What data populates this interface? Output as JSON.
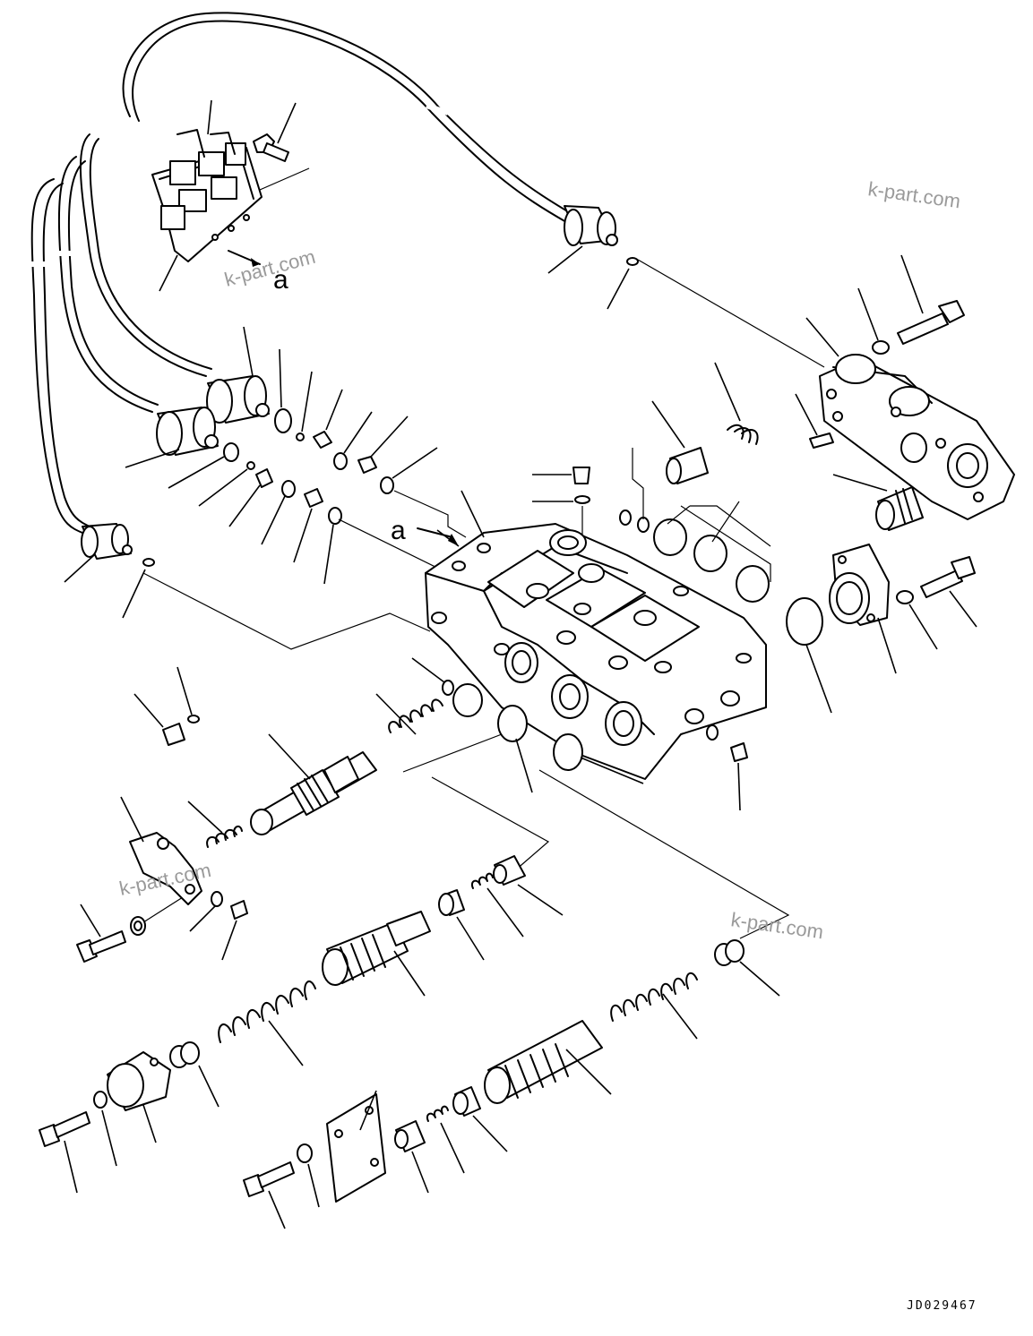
{
  "diagram": {
    "reference_marker": "a",
    "watermarks": [
      "k-part.com",
      "k-part.com",
      "k-part.com",
      "k-part.com"
    ],
    "drawing_code": "JD029467"
  }
}
